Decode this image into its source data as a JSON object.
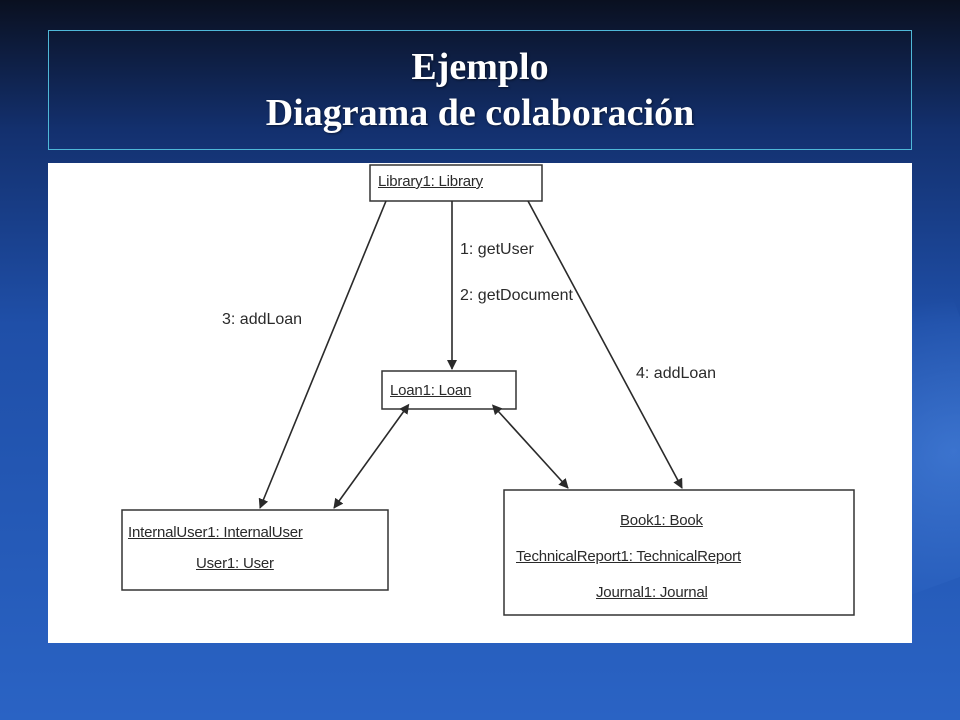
{
  "slide": {
    "title_line1": "Ejemplo",
    "title_line2": "Diagrama de colaboración"
  },
  "diagram": {
    "objects": {
      "library": "Library1: Library",
      "loan": "Loan1: Loan",
      "internal_user": "InternalUser1: InternalUser",
      "user": "User1: User",
      "book": "Book1: Book",
      "technical_report": "TechnicalReport1: TechnicalReport",
      "journal": "Journal1: Journal"
    },
    "messages": {
      "get_user": "1: getUser",
      "get_document": "2: getDocument",
      "add_loan_user": "3: addLoan",
      "add_loan_document": "4: addLoan"
    }
  }
}
